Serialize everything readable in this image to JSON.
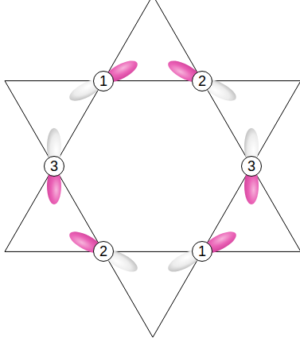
{
  "diagram": {
    "nodes": [
      {
        "text": [
          "1"
        ]
      },
      {
        "text": [
          "2"
        ]
      },
      {
        "text": [
          "3"
        ]
      },
      {
        "text": [
          "3"
        ]
      },
      {
        "text": [
          "2"
        ]
      },
      {
        "text": [
          "1"
        ]
      }
    ]
  }
}
